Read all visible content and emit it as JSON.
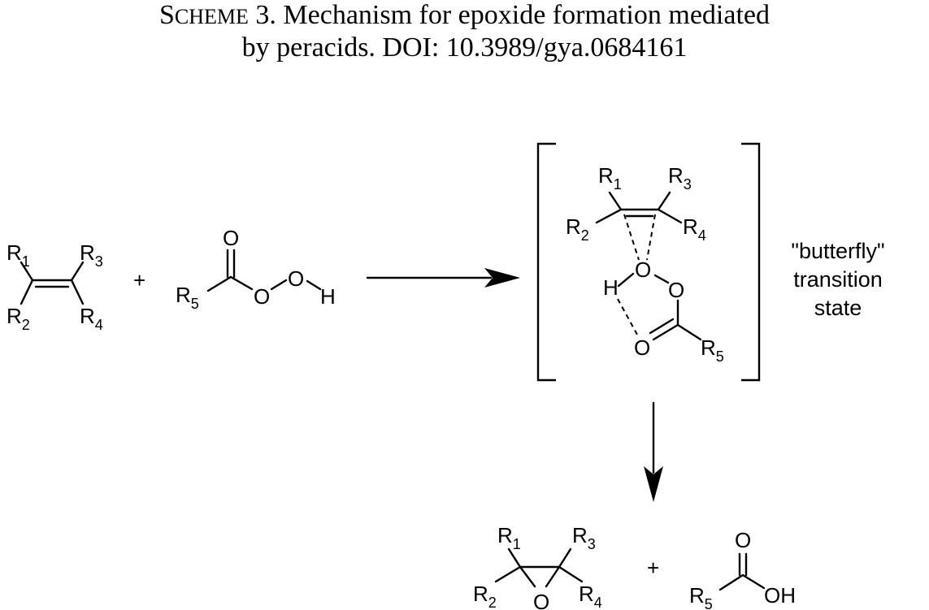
{
  "caption": {
    "label_initial": "S",
    "label_rest": "CHEME",
    "label_number": " 3.",
    "line1_rest": " Mechanism for epoxide formation mediated",
    "line2": "by peracids. DOI: 10.3989/gya.0684161"
  },
  "atoms": {
    "R": "R",
    "O": "O",
    "H": "H",
    "OH": "OH",
    "sub1": "1",
    "sub2": "2",
    "sub3": "3",
    "sub4": "4",
    "sub5": "5"
  },
  "plus": "+",
  "ts_note": {
    "line1": "\"butterfly\"",
    "line2": "transition",
    "line3": "state"
  }
}
